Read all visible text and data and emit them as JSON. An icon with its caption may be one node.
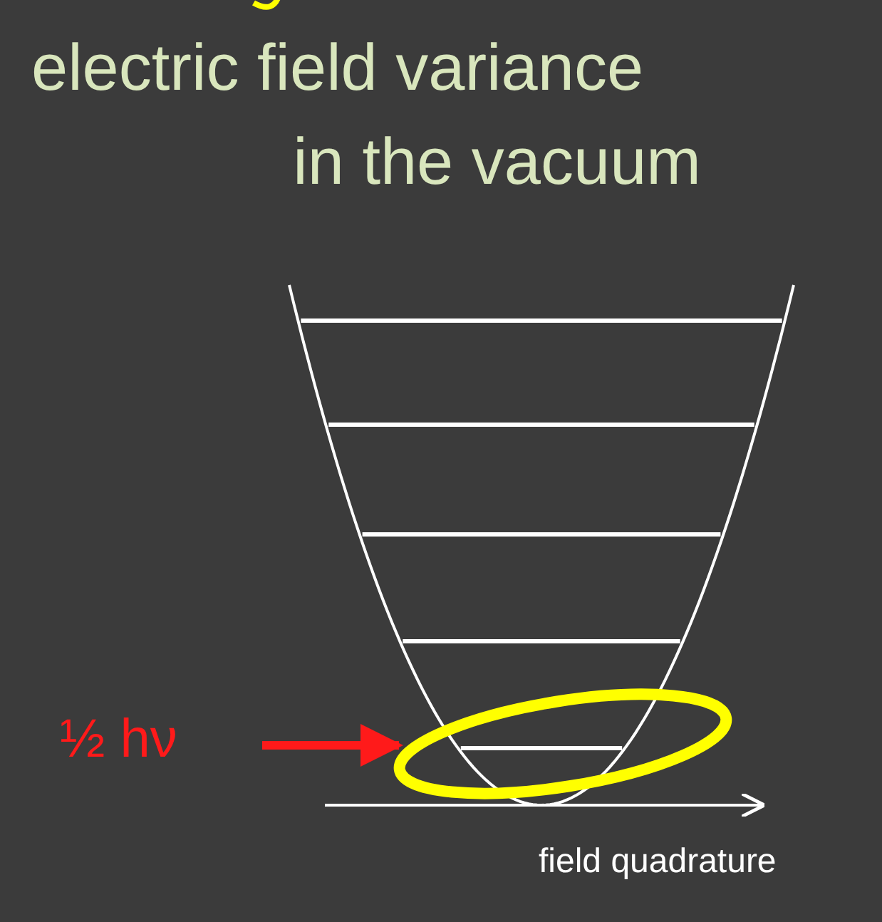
{
  "diagram": {
    "title": "electric field variance in the vacuum",
    "nodes": [
      {
        "text": [
          "½ hν"
        ]
      },
      {
        "text": [],
        "shape": "ellipse"
      }
    ],
    "edges": [
      {
        "from": 0,
        "to": 1,
        "arrow": "to"
      }
    ],
    "labels": [
      "field quadrature"
    ]
  }
}
